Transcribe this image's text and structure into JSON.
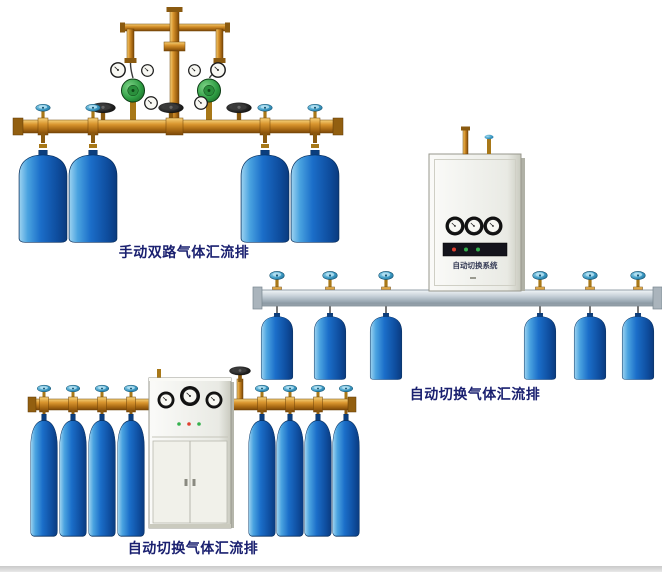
{
  "products": [
    {
      "name": "manual-dual-manifold",
      "caption": "手动双路气体汇流排"
    },
    {
      "name": "auto-switch-manifold-right",
      "caption": "自动切换气体汇流排"
    },
    {
      "name": "auto-switch-manifold-bottom",
      "caption": "自动切换气体汇流排"
    }
  ],
  "cabinet_panel": {
    "label": "自动切换系统"
  },
  "colors": {
    "cylinder_blue": "#1b6ec9",
    "pipe_copper": "#c9882b",
    "rail_silver": "#b9c3cb",
    "cabinet_white": "#eceee8",
    "caption_text": "#1a2070",
    "valve_knob_blue": "#3f9cc6",
    "regulator_green": "#2f9e44"
  }
}
